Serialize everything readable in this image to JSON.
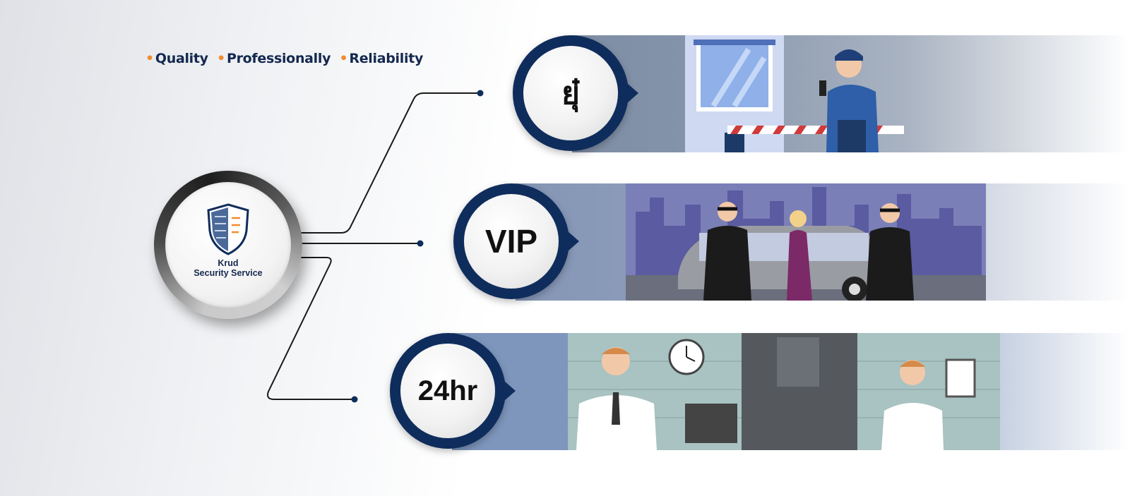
{
  "tagline": {
    "items": [
      "Quality",
      "Professionally",
      "Reliability"
    ]
  },
  "hub": {
    "brand_line1": "Krud",
    "brand_line2": "Security Service",
    "shield_icon": "shield-logo-icon"
  },
  "services": [
    {
      "badge": "ยุ๋",
      "scene": "security-guard-gate-illustration"
    },
    {
      "badge": "VIP",
      "scene": "vip-bodyguards-limousine-illustration"
    },
    {
      "badge": "24hr",
      "scene": "reception-security-office-illustration"
    }
  ],
  "colors": {
    "navy": "#0f2d5c",
    "accent_orange": "#f28b30",
    "text_dark": "#14284f"
  }
}
